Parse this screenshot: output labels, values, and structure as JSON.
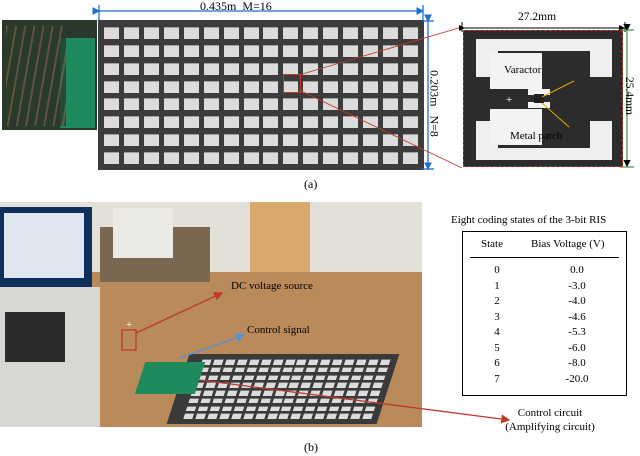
{
  "panel_a": {
    "dim_width": "0.435m",
    "dim_m": "M=16",
    "dim_height": "0.203m",
    "dim_n": "N=8",
    "unit_cell": {
      "width": "27.2mm",
      "height": "25.4mm",
      "varactor_label": "Varactor",
      "metal_patch_label": "Metal patch",
      "plus_sign": "+"
    },
    "caption": "(a)",
    "rows": 8,
    "cols": 16
  },
  "panel_b": {
    "dc_label": "DC voltage source",
    "control_signal_label": "Control signal",
    "control_circuit_line1": "Control circuit",
    "control_circuit_line2": "(Amplifying circuit)",
    "plus_sign": "+",
    "caption": "(b)"
  },
  "table": {
    "title": "Eight coding states of the 3-bit RIS",
    "col_state": "State",
    "col_voltage": "Bias Voltage (V)",
    "rows": [
      {
        "state": "0",
        "voltage": "0.0"
      },
      {
        "state": "1",
        "voltage": "-3.0"
      },
      {
        "state": "2",
        "voltage": "-4.0"
      },
      {
        "state": "3",
        "voltage": "-4.6"
      },
      {
        "state": "4",
        "voltage": "-5.3"
      },
      {
        "state": "5",
        "voltage": "-6.0"
      },
      {
        "state": "6",
        "voltage": "-8.0"
      },
      {
        "state": "7",
        "voltage": "-20.0"
      }
    ]
  }
}
